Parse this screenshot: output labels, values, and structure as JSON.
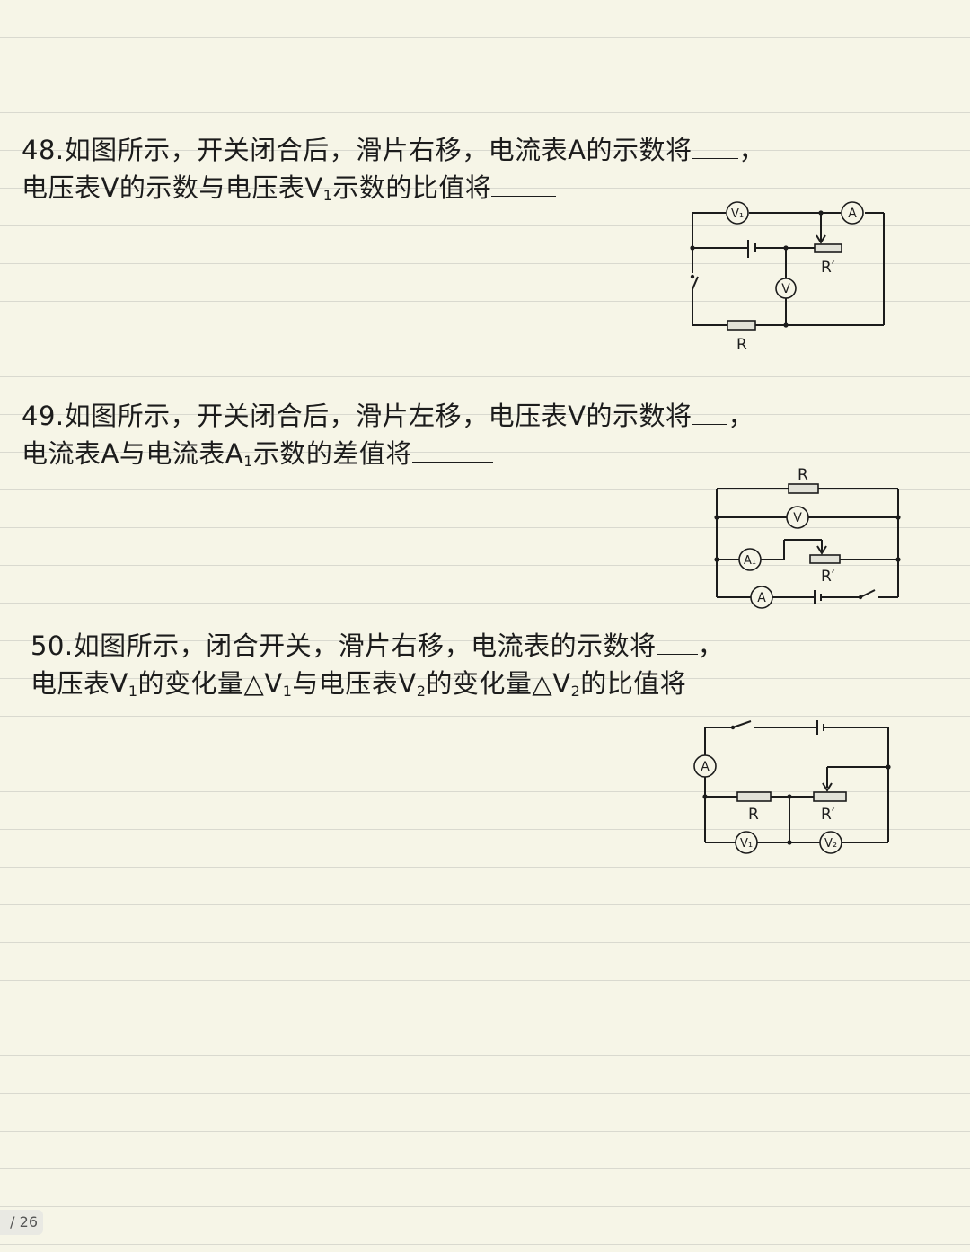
{
  "q48": {
    "line1_text": "48.如图所示，开关闭合后，滑片右移，电流表A的示数将",
    "line1_end": "，",
    "line2_text": "电压表V的示数与电压表V",
    "line2_sub": "1",
    "line2_rest": "示数的比值将"
  },
  "q49": {
    "line1_text": "49.如图所示，开关闭合后，滑片左移，电压表V的示数将",
    "line1_end": "，",
    "line2_text": "电流表A与电流表A",
    "line2_sub": "1",
    "line2_rest": "示数的差值将"
  },
  "q50": {
    "line1_text": "50.如图所示，闭合开关，滑片右移，电流表的示数将",
    "line1_end": "，",
    "line2_a": "电压表V",
    "line2_sub1": "1",
    "line2_b": "的变化量△V",
    "line2_sub2": "1",
    "line2_c": "与电压表V",
    "line2_sub3": "2",
    "line2_d": "的变化量△V",
    "line2_sub4": "2",
    "line2_e": "的比值将"
  },
  "circuit48": {
    "meter_v1": "V₁",
    "meter_a": "A",
    "meter_v": "V",
    "label_r_prime": "R′",
    "label_r": "R"
  },
  "circuit49": {
    "label_r": "R",
    "meter_v": "V",
    "meter_a1": "A₁",
    "label_r_prime": "R′",
    "meter_a": "A"
  },
  "circuit50": {
    "meter_a": "A",
    "label_r": "R",
    "label_r_prime": "R′",
    "meter_v1": "V₁",
    "meter_v2": "V₂"
  },
  "pager": {
    "text": "/ 26"
  }
}
